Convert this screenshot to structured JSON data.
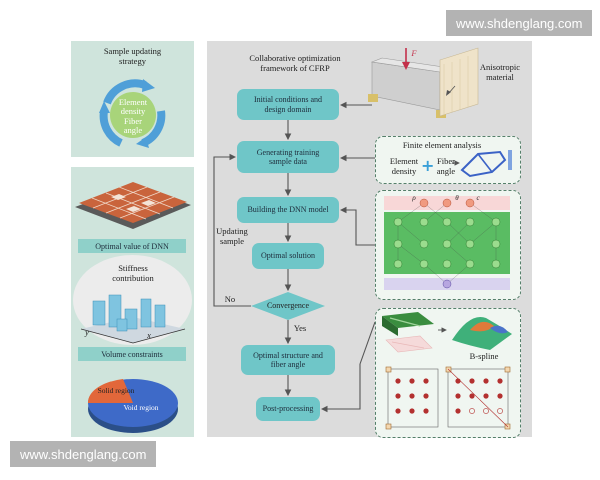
{
  "watermark_top": "www.shdenglang.com",
  "watermark_bottom": "www.shdenglang.com",
  "left": {
    "strategy_title": "Sample updating strategy",
    "cycle_center_line1": "Element",
    "cycle_center_line2": "density",
    "cycle_center_line3": "Fiber",
    "cycle_center_line4": "angle",
    "optimal_value_label": "Optimal value of DNN",
    "stiffness_line1": "Stiffness",
    "stiffness_line2": "contribution",
    "axis_y": "y",
    "axis_x": "x",
    "volume_label": "Volume constraints",
    "pie_solid": "Solid region",
    "pie_void": "Void region"
  },
  "main": {
    "title_line1": "Collaborative optimization",
    "title_line2": "framework of CFRP",
    "anisotropic_line1": "Anisotropic",
    "anisotropic_line2": "material",
    "force_label": "F",
    "steps": {
      "initial_line1": "Initial conditions and",
      "initial_line2": "design domain",
      "generating_line1": "Generating training",
      "generating_line2": "sample data",
      "building": "Building the DNN model",
      "optimal_solution": "Optimal solution",
      "convergence": "Convergence",
      "optimal_structure_line1": "Optimal structure and",
      "optimal_structure_line2": "fiber angle",
      "postprocessing": "Post-processing"
    },
    "updating_line1": "Updating",
    "updating_line2": "sample",
    "no_label": "No",
    "yes_label": "Yes",
    "fea_title": "Finite element analysis",
    "fea_element_line1": "Element",
    "fea_element_line2": "density",
    "fea_fiber_line1": "Fiber",
    "fea_fiber_line2": "angle",
    "bspline": "B-spline",
    "nn_rho": "ρ",
    "nn_theta": "θ",
    "nn_c": "c"
  },
  "colors": {
    "teal": "#6fc6c8",
    "panel_green": "#cfe4dc",
    "panel_gray": "#dcdcdc",
    "arrow": "#555555"
  }
}
